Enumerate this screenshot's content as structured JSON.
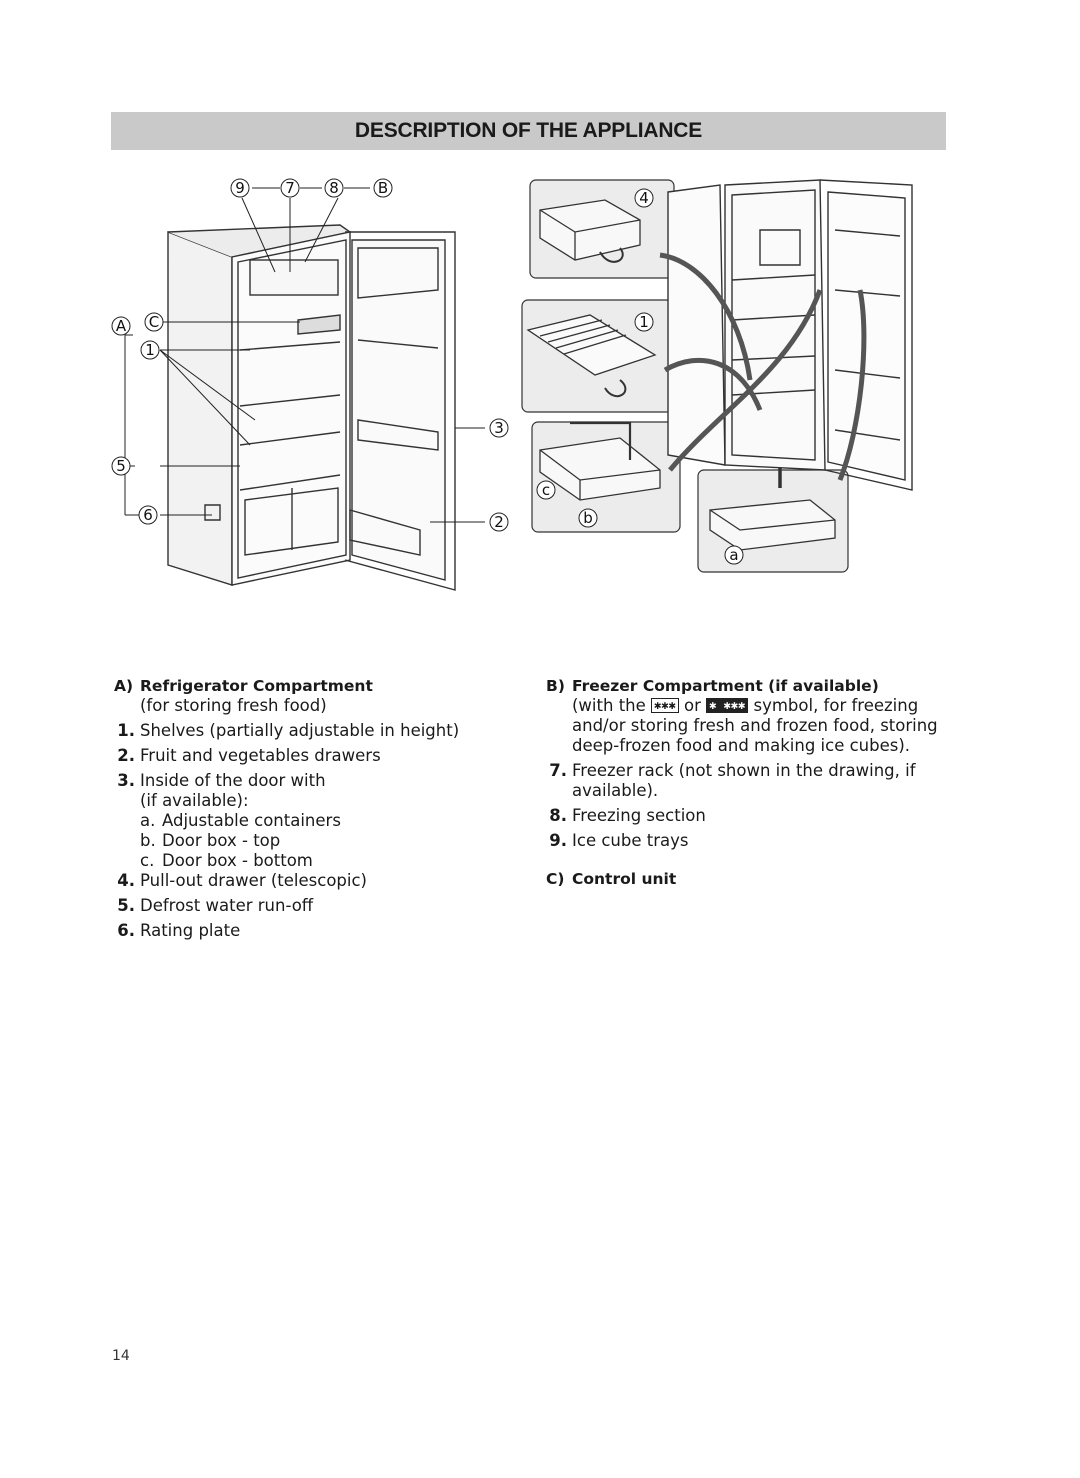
{
  "page": {
    "title": "DESCRIPTION OF THE APPLIANCE",
    "page_number": "14"
  },
  "figure": {
    "callouts": [
      "9",
      "7",
      "8",
      "B",
      "A",
      "C",
      "1",
      "5",
      "6",
      "3",
      "2",
      "4",
      "1",
      "c",
      "b",
      "a"
    ]
  },
  "section_a": {
    "key": "A)",
    "heading": "Refrigerator Compartment",
    "subtitle": "(for storing fresh food)",
    "items": [
      {
        "num": "1.",
        "text": "Shelves (partially adjustable in height)"
      },
      {
        "num": "2.",
        "text": "Fruit and vegetables drawers"
      },
      {
        "num": "3.",
        "text": "Inside of the door with"
      },
      {
        "num": "4.",
        "text": "Pull-out drawer (telescopic)"
      },
      {
        "num": "5.",
        "text": "Defrost water run-off"
      },
      {
        "num": "6.",
        "text": "Rating plate"
      }
    ],
    "door_note": "(if available):",
    "door_items": [
      {
        "key": "a.",
        "text": "Adjustable containers"
      },
      {
        "key": "b.",
        "text": "Door box - top"
      },
      {
        "key": "c.",
        "text": "Door box - bottom"
      }
    ]
  },
  "section_b": {
    "key": "B)",
    "heading": "Freezer Compartment (if available)",
    "desc_start": "(with the",
    "symbol_1": "✱✱✱",
    "desc_or": "or",
    "symbol_2": "✱ ✱✱✱",
    "desc_end": "symbol, for freezing and/or storing fresh and frozen food, storing deep-frozen food and making ice cubes).",
    "items": [
      {
        "num": "7.",
        "text": "Freezer rack (not shown in the drawing, if available)."
      },
      {
        "num": "8.",
        "text": "Freezing section"
      },
      {
        "num": "9.",
        "text": "Ice cube trays"
      }
    ]
  },
  "section_c": {
    "key": "C)",
    "heading": "Control unit"
  }
}
